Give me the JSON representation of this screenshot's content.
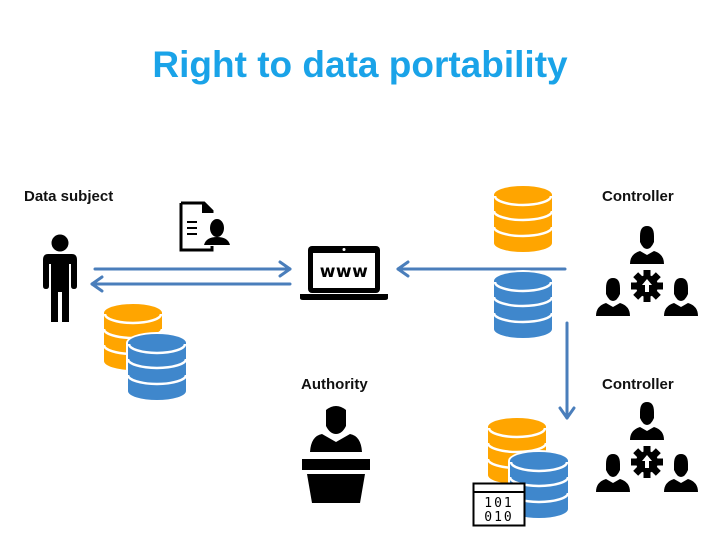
{
  "title": "Right to data portability",
  "colors": {
    "title": "#1aa3e8",
    "arrow": "#4a7ebb",
    "db_orange": "#ffa500",
    "db_blue": "#3f87cc",
    "icon": "#000000",
    "label": "#111111"
  },
  "actors": {
    "data_subject": {
      "label": "Data subject",
      "icon": "person-icon"
    },
    "controller_top": {
      "label": "Controller",
      "icon": "group-gear-icon"
    },
    "authority": {
      "label": "Authority",
      "icon": "speaker-podium-icon"
    },
    "controller_bottom": {
      "label": "Controller",
      "icon": "group-gear-icon"
    }
  },
  "items": {
    "personal_document": {
      "icon": "personal-document-icon"
    },
    "web_portal": {
      "icon": "laptop-www-icon",
      "text": "www"
    },
    "binary_file": {
      "icon": "binary-file-icon",
      "line1": "101",
      "line2": "010"
    }
  },
  "flows": [
    {
      "from": "data_subject",
      "to": "web_portal",
      "direction": "right"
    },
    {
      "from": "web_portal",
      "to": "data_subject",
      "direction": "left"
    },
    {
      "from": "controller_top",
      "to": "web_portal",
      "direction": "left"
    },
    {
      "from": "controller_top",
      "to": "controller_bottom",
      "direction": "down"
    }
  ]
}
